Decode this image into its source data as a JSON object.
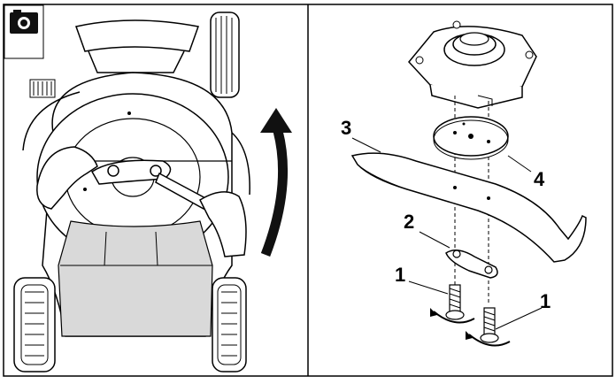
{
  "panels": {
    "left": {
      "icon": "camera-icon"
    },
    "right": {
      "callouts": [
        "1",
        "2",
        "3",
        "4",
        "1"
      ]
    }
  },
  "colors": {
    "ink": "#000000",
    "paper": "#ffffff",
    "shade": "#d9d9d9",
    "rotation_arrow": "#111111"
  }
}
